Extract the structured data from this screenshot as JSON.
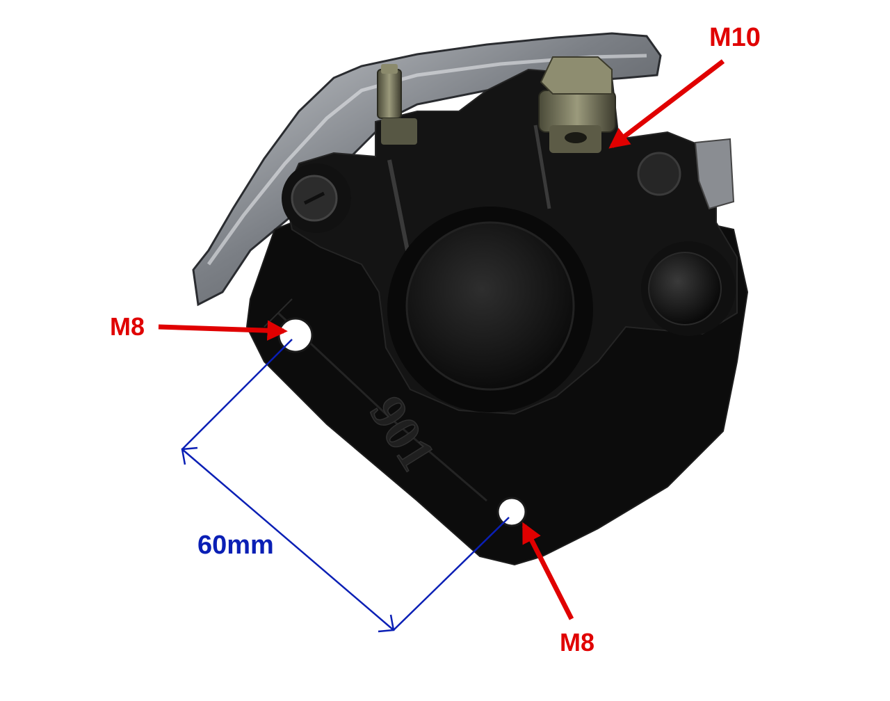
{
  "photo": {
    "subject": "brake-caliper",
    "stamp_text": "901"
  },
  "annotations": {
    "top_bolt_label": "M10",
    "left_hole_label": "M8",
    "bottom_hole_label": "M8",
    "distance_label": "60mm"
  },
  "colors": {
    "background": "#ffffff",
    "callout_red": "#e00000",
    "dimension_blue": "#0a1fb5",
    "body_black": "#141414",
    "bracket_black": "#0c0c0c",
    "shield_steel": "#8a8d92",
    "bolt_olive": "#6b6a52"
  }
}
